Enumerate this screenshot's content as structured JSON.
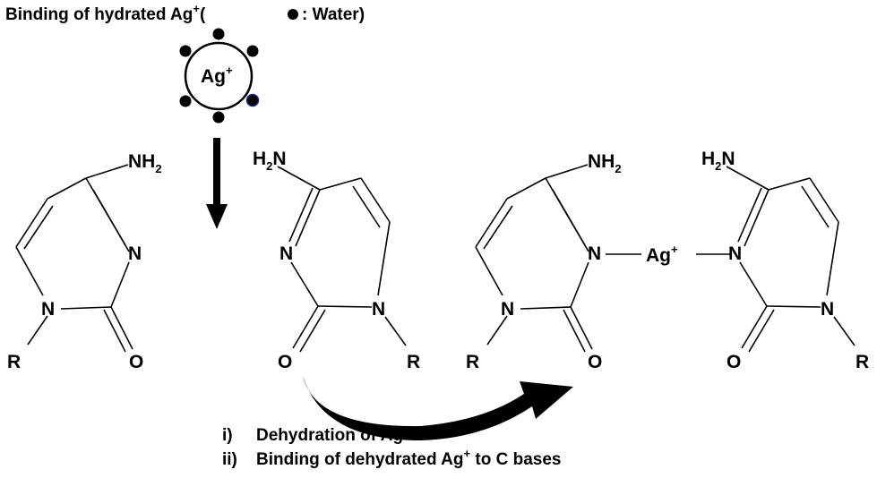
{
  "title": {
    "text_before": "Binding of hydrated Ag",
    "superscript": "+",
    "text_paren_open": "(",
    "text_after": " : Water)"
  },
  "ion": {
    "symbol": "Ag",
    "charge": "+"
  },
  "atoms": {
    "nh2_main": "NH",
    "h2n_main": "H",
    "n_label": "N",
    "o_label": "O",
    "r_label": "R",
    "sub_2": "2"
  },
  "complex": {
    "ag": "Ag",
    "charge": "+"
  },
  "steps": [
    {
      "num": "i)",
      "text_before": "Dehydration of Ag",
      "sup": "+",
      "text_after": ""
    },
    {
      "num": "ii)",
      "text_before": "Binding of dehydrated Ag",
      "sup": "+",
      "text_after": " to C bases"
    }
  ],
  "colors": {
    "ink": "#000000",
    "highlight_water_outline": "#1a2a8a"
  }
}
